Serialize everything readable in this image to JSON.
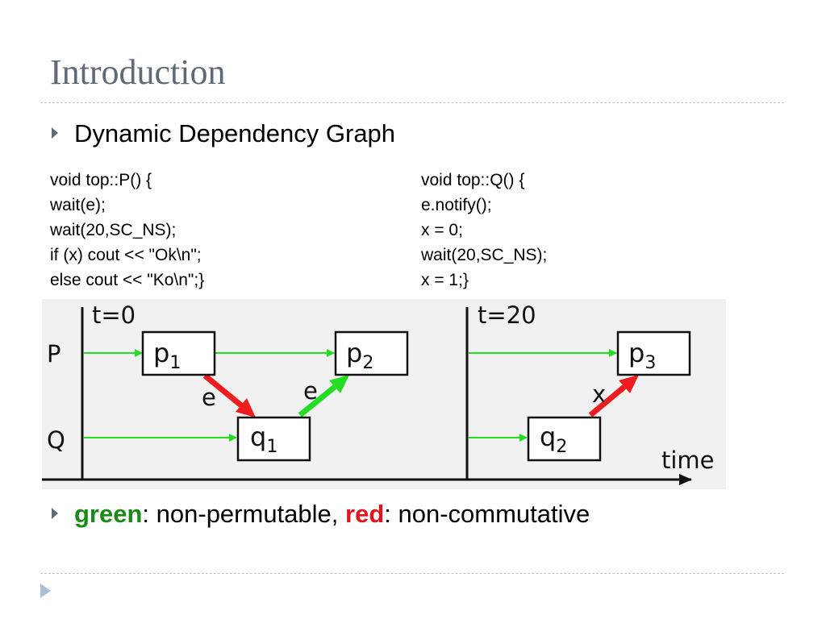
{
  "slide": {
    "title": "Introduction",
    "bullet1": "Dynamic Dependency Graph",
    "code_left": [
      "void top::P() {",
      "wait(e);",
      "wait(20,SC_NS);",
      "if (x) cout << \"Ok\\n\";",
      "else cout << \"Ko\\n\";}"
    ],
    "code_right": [
      "void top::Q() {",
      "e.notify();",
      "x = 0;",
      "wait(20,SC_NS);",
      "x = 1;}"
    ],
    "legend": {
      "green_word": "green",
      "green_text": ": non-permutable, ",
      "red_word": "red",
      "red_text": ": non-commutative"
    }
  },
  "diagram": {
    "t0_label": "t=0",
    "t20_label": "t=20",
    "row_p": "P",
    "row_q": "Q",
    "time_label": "time",
    "nodes": {
      "p1": {
        "base": "p",
        "sub": "1"
      },
      "p2": {
        "base": "p",
        "sub": "2"
      },
      "p3": {
        "base": "p",
        "sub": "3"
      },
      "q1": {
        "base": "q",
        "sub": "1"
      },
      "q2": {
        "base": "q",
        "sub": "2"
      }
    },
    "edge_labels": {
      "p1_q1": "e",
      "q1_p2": "e",
      "q2_p3": "x"
    },
    "colors": {
      "green": "#22dd22",
      "red": "#ee1c1c",
      "legend_green": "#1a8a17",
      "legend_red": "#e0141a"
    }
  }
}
